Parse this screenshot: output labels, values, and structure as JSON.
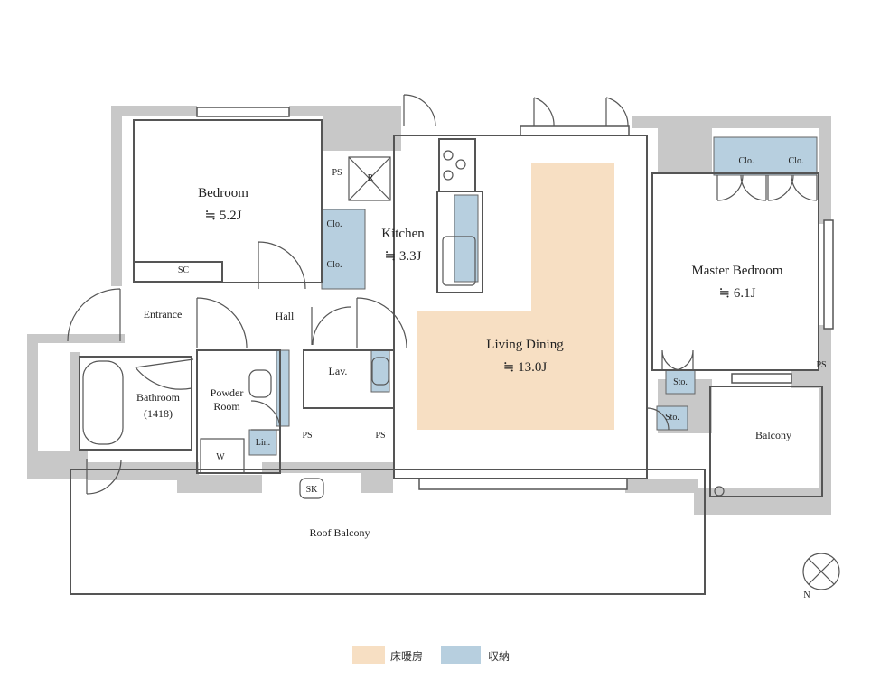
{
  "colors": {
    "floor_heating": "#f7dfc3",
    "storage": "#b7cfdf",
    "wall": "#c8c8c8",
    "line": "#555555"
  },
  "rooms": {
    "bedroom": {
      "name": "Bedroom",
      "size": "≒ 5.2J"
    },
    "kitchen": {
      "name": "Kitchen",
      "size": "≒ 3.3J"
    },
    "master_bedroom": {
      "name": "Master Bedroom",
      "size": "≒ 6.1J"
    },
    "living_dining": {
      "name": "Living Dining",
      "size": "≒ 13.0J"
    },
    "entrance": "Entrance",
    "hall": "Hall",
    "bathroom": {
      "name": "Bathroom",
      "code": "(1418)"
    },
    "powder_room": {
      "line1": "Powder",
      "line2": "Room"
    },
    "lav": "Lav.",
    "balcony": "Balcony",
    "roof_balcony": "Roof Balcony"
  },
  "fixtures": {
    "sc": "SC",
    "ps": "PS",
    "r": "R",
    "clo": "Clo.",
    "lin": "Lin.",
    "sto": "Sto.",
    "w": "W",
    "sk": "SK",
    "north": "N"
  },
  "legend": {
    "heating_label": "床暖房",
    "storage_label": "収納"
  }
}
